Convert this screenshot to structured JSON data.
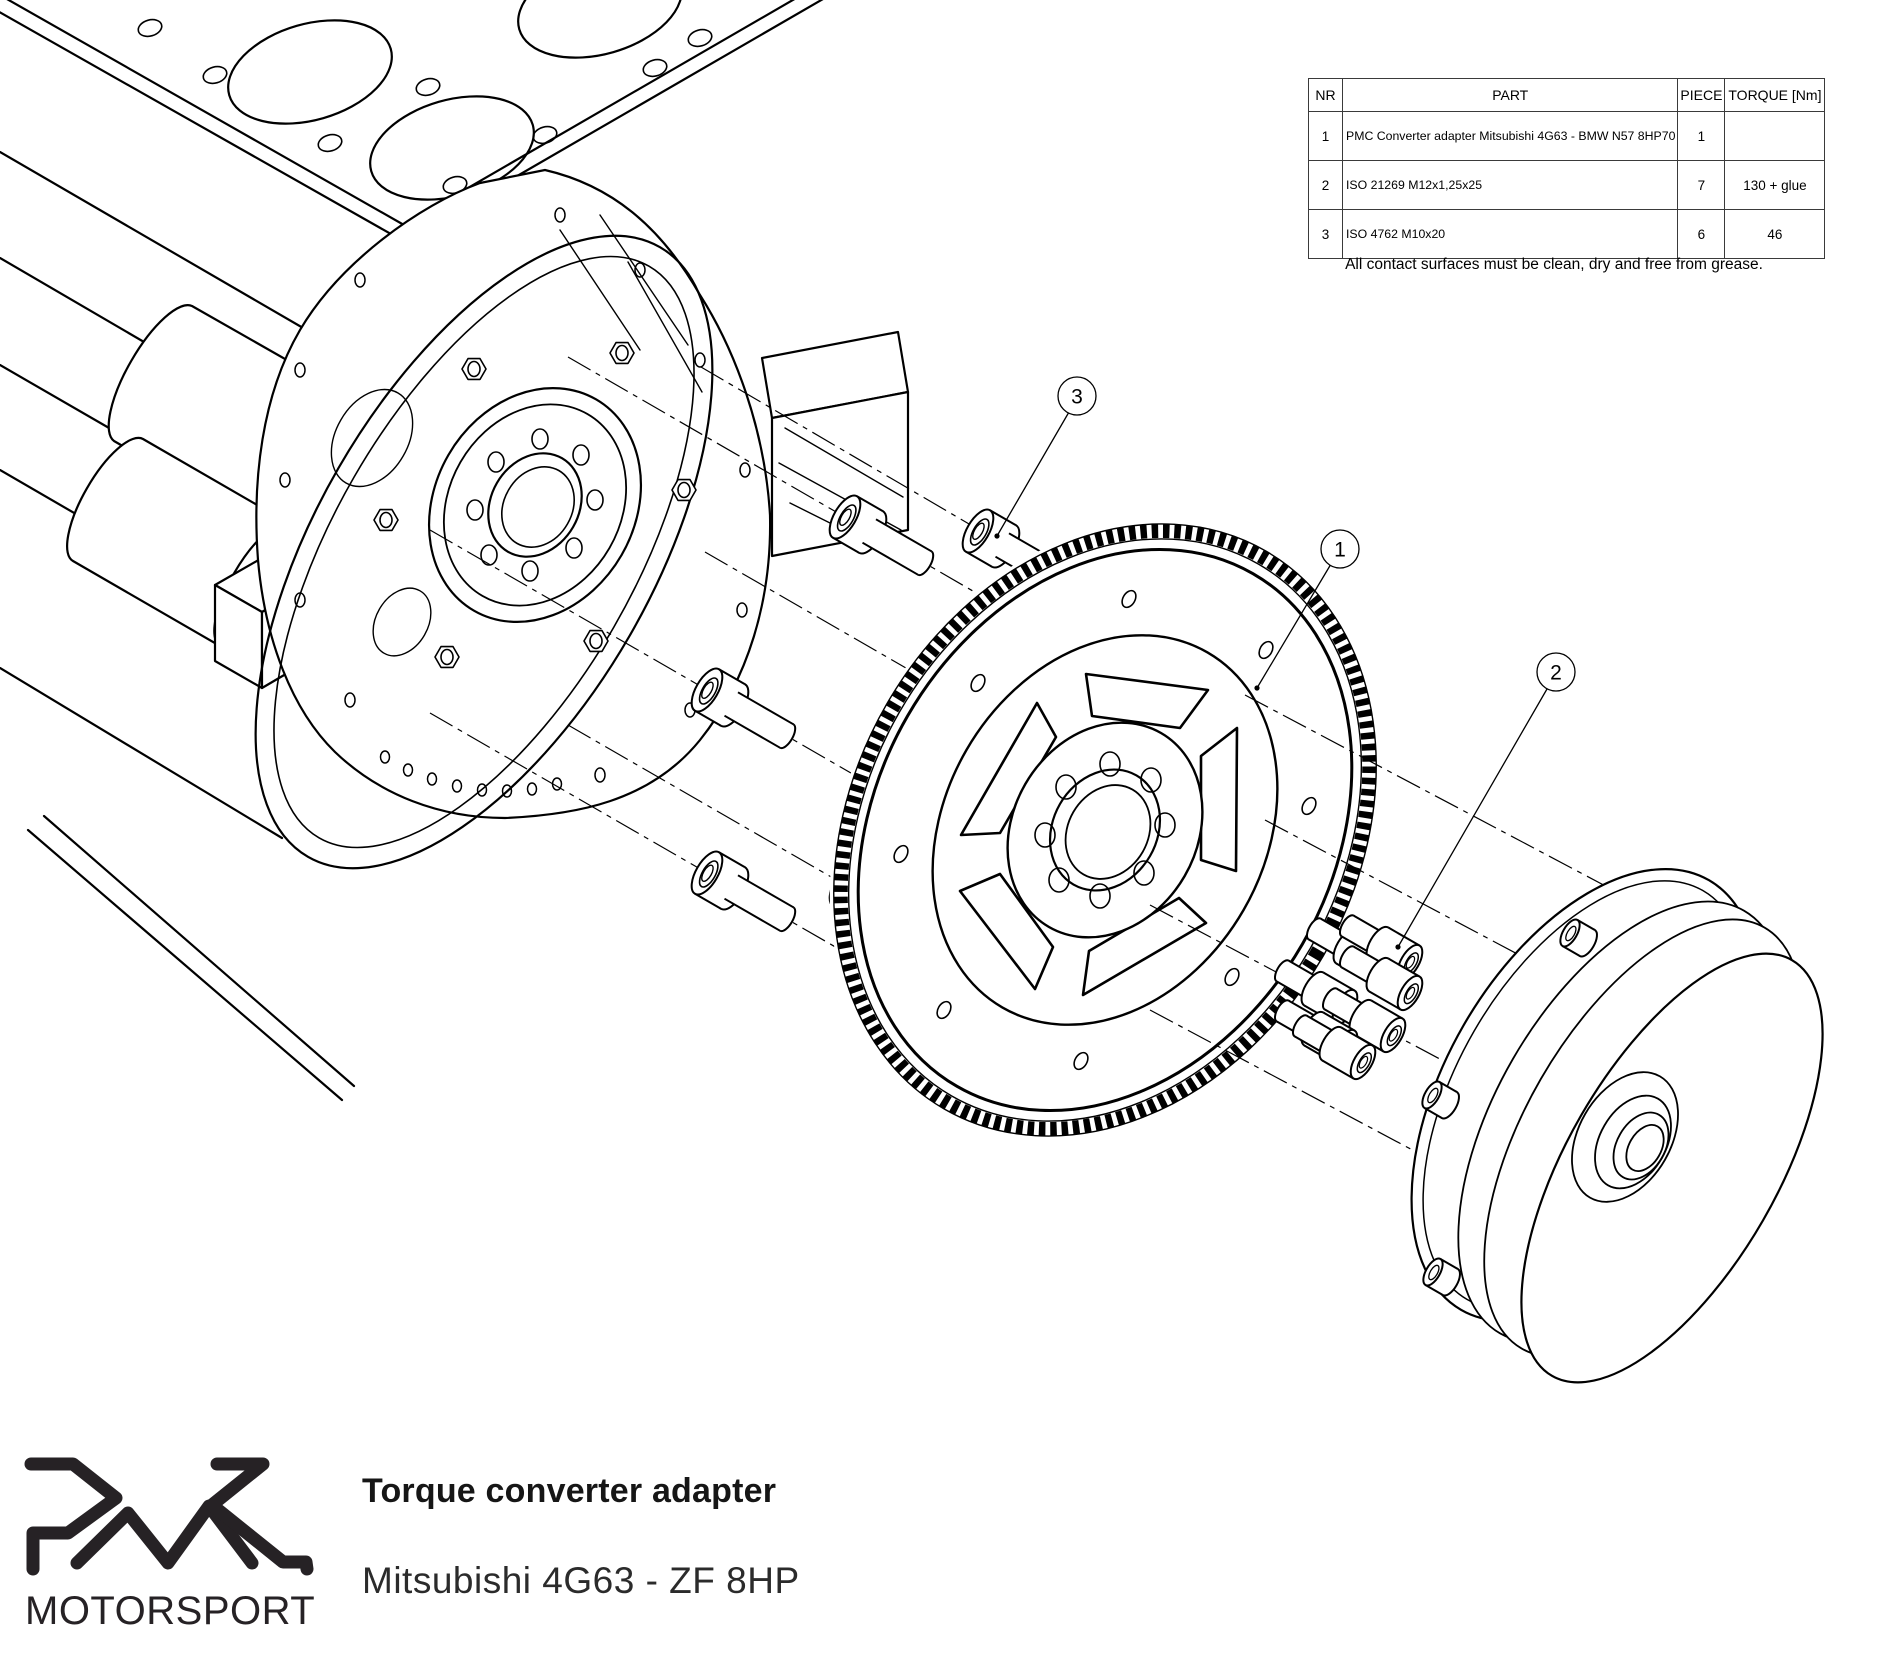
{
  "table": {
    "headers": {
      "nr": "NR",
      "part": "PART",
      "piece": "PIECE",
      "torque": "TORQUE [Nm]"
    },
    "rows": [
      {
        "nr": "1",
        "part": "PMC Converter adapter Mitsubishi 4G63 - BMW N57 8HP70",
        "piece": "1",
        "torque": ""
      },
      {
        "nr": "2",
        "part": "ISO 21269 M12x1,25x25",
        "piece": "7",
        "torque": "130 + glue"
      },
      {
        "nr": "3",
        "part": "ISO 4762 M10x20",
        "piece": "6",
        "torque": "46"
      }
    ],
    "note": "All contact surfaces must be clean, dry and free from grease."
  },
  "callouts": {
    "flexplate": "1",
    "studs": "2",
    "bolts": "3"
  },
  "footer": {
    "brand": "MOTORSPORT",
    "title": "Torque converter adapter",
    "subtitle": "Mitsubishi 4G63 - ZF 8HP"
  },
  "colors": {
    "line": "#000000",
    "table_border": "#3a3a3a",
    "logo": "#262225"
  }
}
